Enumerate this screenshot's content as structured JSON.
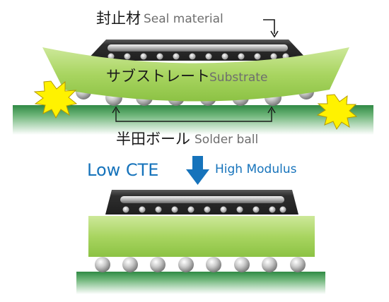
{
  "labels": {
    "seal_jp": "封止材",
    "seal_en": "Seal material",
    "substrate_jp": "サブストレート",
    "substrate_en": "Substrate",
    "solder_jp": "半田ボール",
    "solder_en": "Solder ball",
    "low_cte": "Low CTE",
    "high_modulus": "High Modulus"
  },
  "colors": {
    "substrate_green": "#a9d561",
    "board_green": "#3f9a54",
    "mold_dark": "#333333",
    "accent_blue": "#1673bb",
    "burst_yellow": "#fff200"
  },
  "icons": {
    "arrow": "arrow-down-icon",
    "burst": "crack-burst-icon"
  }
}
